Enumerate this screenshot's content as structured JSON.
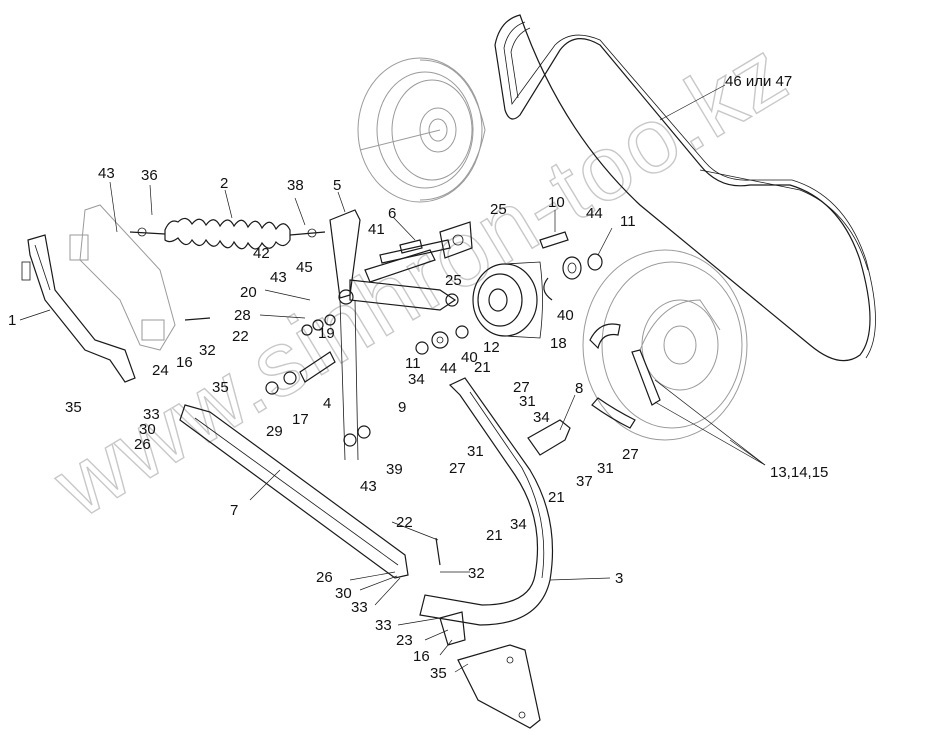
{
  "watermark": "www.sinhron-too.kz",
  "labels": {
    "l1": "1",
    "l2": "2",
    "l3": "3",
    "l4": "4",
    "l5": "5",
    "l6": "6",
    "l7": "7",
    "l8": "8",
    "l9": "9",
    "l10": "10",
    "l11a": "11",
    "l11b": "11",
    "l12": "12",
    "l16a": "16",
    "l16b": "16",
    "l17": "17",
    "l18": "18",
    "l19": "19",
    "l20": "20",
    "l21a": "21",
    "l21b": "21",
    "l21c": "21",
    "l22a": "22",
    "l22b": "22",
    "l23": "23",
    "l24": "24",
    "l25a": "25",
    "l25b": "25",
    "l26a": "26",
    "l26b": "26",
    "l27a": "27",
    "l27b": "27",
    "l27c": "27",
    "l28": "28",
    "l29": "29",
    "l30a": "30",
    "l30b": "30",
    "l31a": "31",
    "l31b": "31",
    "l31c": "31",
    "l32a": "32",
    "l32b": "32",
    "l33a": "33",
    "l33b": "33",
    "l33c": "33",
    "l34a": "34",
    "l34b": "34",
    "l34c": "34",
    "l35a": "35",
    "l35b": "35",
    "l35c": "35",
    "l36": "36",
    "l37": "37",
    "l38": "38",
    "l39": "39",
    "l40a": "40",
    "l40b": "40",
    "l41": "41",
    "l42": "42",
    "l43a": "43",
    "l43b": "43",
    "l43c": "43",
    "l44a": "44",
    "l44b": "44",
    "l45": "45",
    "l46": "46 или 47",
    "l13": "13,14,15"
  }
}
